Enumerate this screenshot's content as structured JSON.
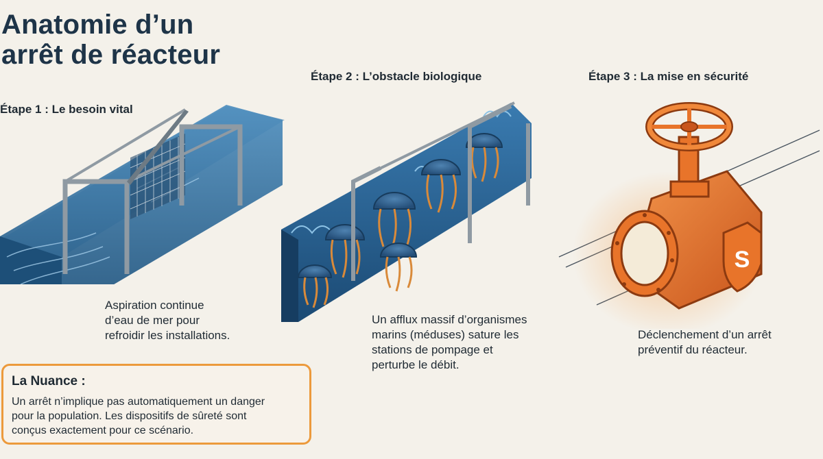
{
  "title": {
    "line1": "Anatomie d’un",
    "line2": "arrêt de réacteur"
  },
  "steps": [
    {
      "heading": "Étape 1 : Le besoin vital",
      "lines": [
        "Aspiration continue",
        "d’eau de mer pour",
        "refroidir les installations."
      ]
    },
    {
      "heading": "Étape 2 : L’obstacle biologique",
      "lines": [
        "Un afflux massif d’organismes",
        "marins (méduses) sature les",
        "stations de pompage et",
        "perturbe le débit."
      ]
    },
    {
      "heading": "Étape 3 : La mise en sécurité",
      "lines": [
        "Déclenchement d’un arrêt",
        "préventif du réacteur."
      ]
    }
  ],
  "nuance": {
    "heading": "La Nuance :",
    "lines": [
      "Un arrêt n’implique pas automatiquement un danger",
      "pour la population. Les dispositifs de sûreté sont",
      "conçus exactement pour ce scénario."
    ]
  },
  "shield_letter": "S",
  "colors": {
    "water": "#2e6e9e",
    "water_dark": "#1d4f78",
    "frame": "#8f9aa3",
    "jellyfish": "#d98a3a",
    "valve": "#e8742a",
    "valve_glow": "#f5a14f",
    "nuance_border": "#ec9a3c"
  },
  "icons": [
    "water-channel-icon",
    "jellyfish-icon",
    "valve-icon",
    "shield-icon"
  ]
}
